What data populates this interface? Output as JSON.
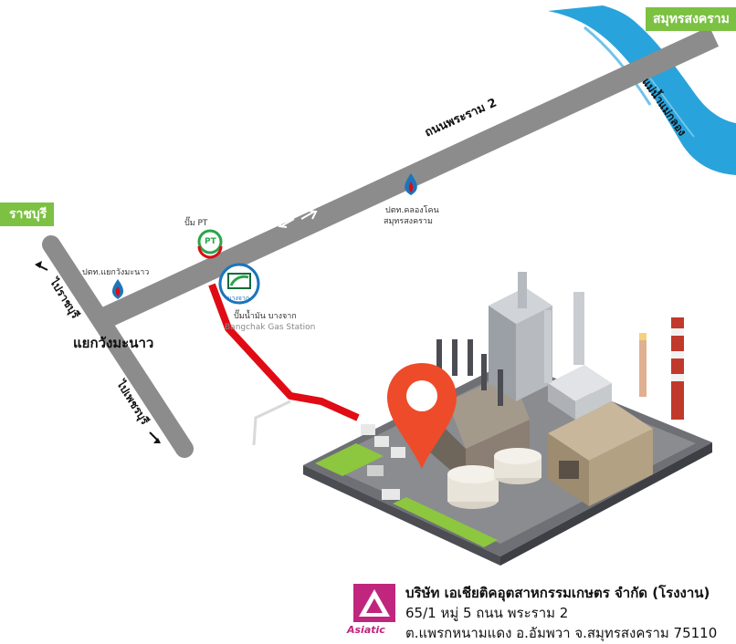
{
  "province_tags": {
    "samut_songkhram": "สมุทรสงคราม",
    "ratchaburi": "ราชบุรี"
  },
  "roads": {
    "rama2": "ถนนพระราม 2",
    "river": "แม่น้ำแม่กลอง",
    "to_ratchaburi": "ไปราชบุรี",
    "to_bangkok": "ไปเพชรบุรี",
    "junction": "แยกวังมะนาว"
  },
  "stations": {
    "ptt_wang_manao": "ปตท.แยกวังมะนาว",
    "pt_label": "ปั๊ม PT",
    "pt_logo": "PT",
    "bangchak_th": "ปั๊มน้ำมัน บางจาก",
    "bangchak_en": "Bangchak Gas Station",
    "bangchak_logo": "บางจาก",
    "ptt_khlong_khon_1": "ปตท.คลองโคน",
    "ptt_khlong_khon_2": "สมุทรสงคราม"
  },
  "company": {
    "name": "บริษัท เอเชียติคอุตสาหกรรมเกษตร จำกัด (โรงงาน)",
    "address1": "65/1 หมู่ 5 ถนน พระราม 2",
    "address2": "ต.แพรกหนามแดง อ.อัมพวา จ.สมุทรสงคราม 75110",
    "logo_word": "Asiatic"
  },
  "colors": {
    "road": "#8c8c8c",
    "route": "#e00b14",
    "river": "#29a3dc",
    "tag": "#7cc142",
    "pin": "#ee4b2b",
    "brand": "#c0267d"
  }
}
